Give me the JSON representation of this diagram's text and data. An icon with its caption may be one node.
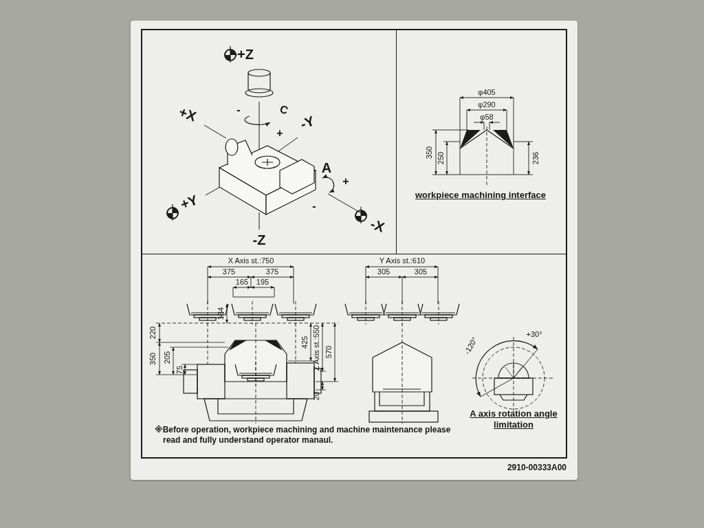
{
  "diagram": {
    "nodes": [
      {
        "text": [],
        "shape": "box",
        "beside": [
          "2910-00333A00"
        ]
      },
      {
        "text": [],
        "shape": "box",
        "in": 0
      },
      {
        "text": [
          "workpiece machining interface"
        ],
        "in": 0
      },
      {
        "text": [
          "※Before operation, workpiece machining and machine maintenance please read and fully understand operator manaul.",
          "A axis rotation angle limitation"
        ],
        "in": 0
      }
    ],
    "labels": [
      "+Z",
      "C",
      "-",
      "+",
      "+X",
      "-Y",
      "A",
      "+",
      "-",
      "+Y",
      "-X",
      "-Z",
      "φ405",
      "φ290",
      "φ58",
      "350",
      "250",
      "236",
      "X Axis st.:750",
      "375",
      "375",
      "165",
      "195",
      "Y Axis st.:610",
      "305",
      "305",
      "134",
      "220",
      "425",
      "Z Axis st.:550",
      "570",
      "350",
      "205",
      "75",
      "20",
      "+30°",
      "-120°"
    ]
  }
}
